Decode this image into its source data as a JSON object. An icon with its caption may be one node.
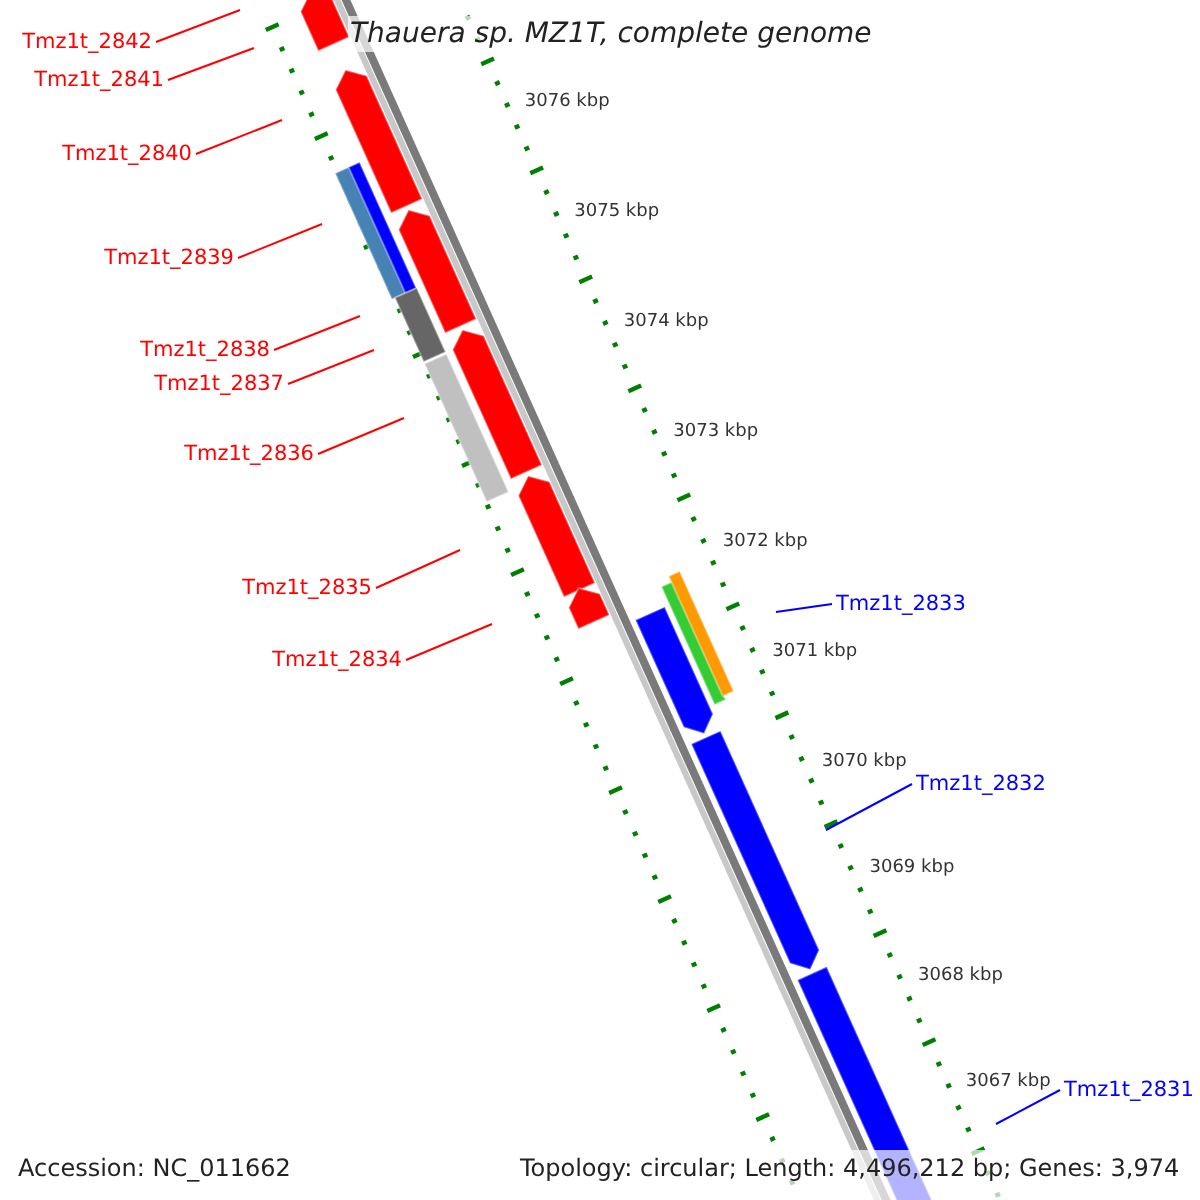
{
  "diagram": {
    "title": "Thauera sp. MZ1T, complete genome",
    "nodes": [
      {
        "text": [
          "Tmz1t_2842"
        ]
      },
      {
        "text": [
          "Tmz1t_2841"
        ]
      },
      {
        "text": [
          "Tmz1t_2840"
        ]
      },
      {
        "text": [
          "Tmz1t_2839"
        ]
      },
      {
        "text": [
          "Tmz1t_2838"
        ]
      },
      {
        "text": [
          "Tmz1t_2837"
        ]
      },
      {
        "text": [
          "Tmz1t_2836"
        ]
      },
      {
        "text": [
          "Tmz1t_2835"
        ]
      },
      {
        "text": [
          "Tmz1t_2834"
        ]
      },
      {
        "text": [
          "Tmz1t_2833"
        ]
      },
      {
        "text": [
          "Tmz1t_2832"
        ]
      },
      {
        "text": [
          "Tmz1t_2831"
        ]
      }
    ],
    "edges": [
      {
        "from": 0,
        "to": null,
        "arrow": "none"
      },
      {
        "from": 1,
        "to": null,
        "arrow": "none"
      },
      {
        "from": 2,
        "to": null,
        "arrow": "none"
      },
      {
        "from": 3,
        "to": null,
        "arrow": "none"
      },
      {
        "from": 4,
        "to": null,
        "arrow": "none"
      },
      {
        "from": 5,
        "to": null,
        "arrow": "none"
      },
      {
        "from": 6,
        "to": null,
        "arrow": "none"
      },
      {
        "from": 7,
        "to": null,
        "arrow": "none"
      },
      {
        "from": 8,
        "to": null,
        "arrow": "none"
      },
      {
        "from": 9,
        "to": null,
        "arrow": "none",
        "color": "#0000ff"
      },
      {
        "from": 10,
        "to": null,
        "arrow": "none",
        "color": "#0000ff"
      },
      {
        "from": 11,
        "to": null,
        "arrow": "none",
        "color": "#0000ff"
      }
    ],
    "labels": [
      "3076 kbp",
      "3075 kbp",
      "3074 kbp",
      "3073 kbp",
      "3072 kbp",
      "3071 kbp",
      "3070 kbp",
      "3069 kbp",
      "3068 kbp",
      "3067 kbp",
      "Accession: NC_011662",
      "Topology: circular; Length: 4,496,212 bp; Genes: 3,974"
    ]
  }
}
